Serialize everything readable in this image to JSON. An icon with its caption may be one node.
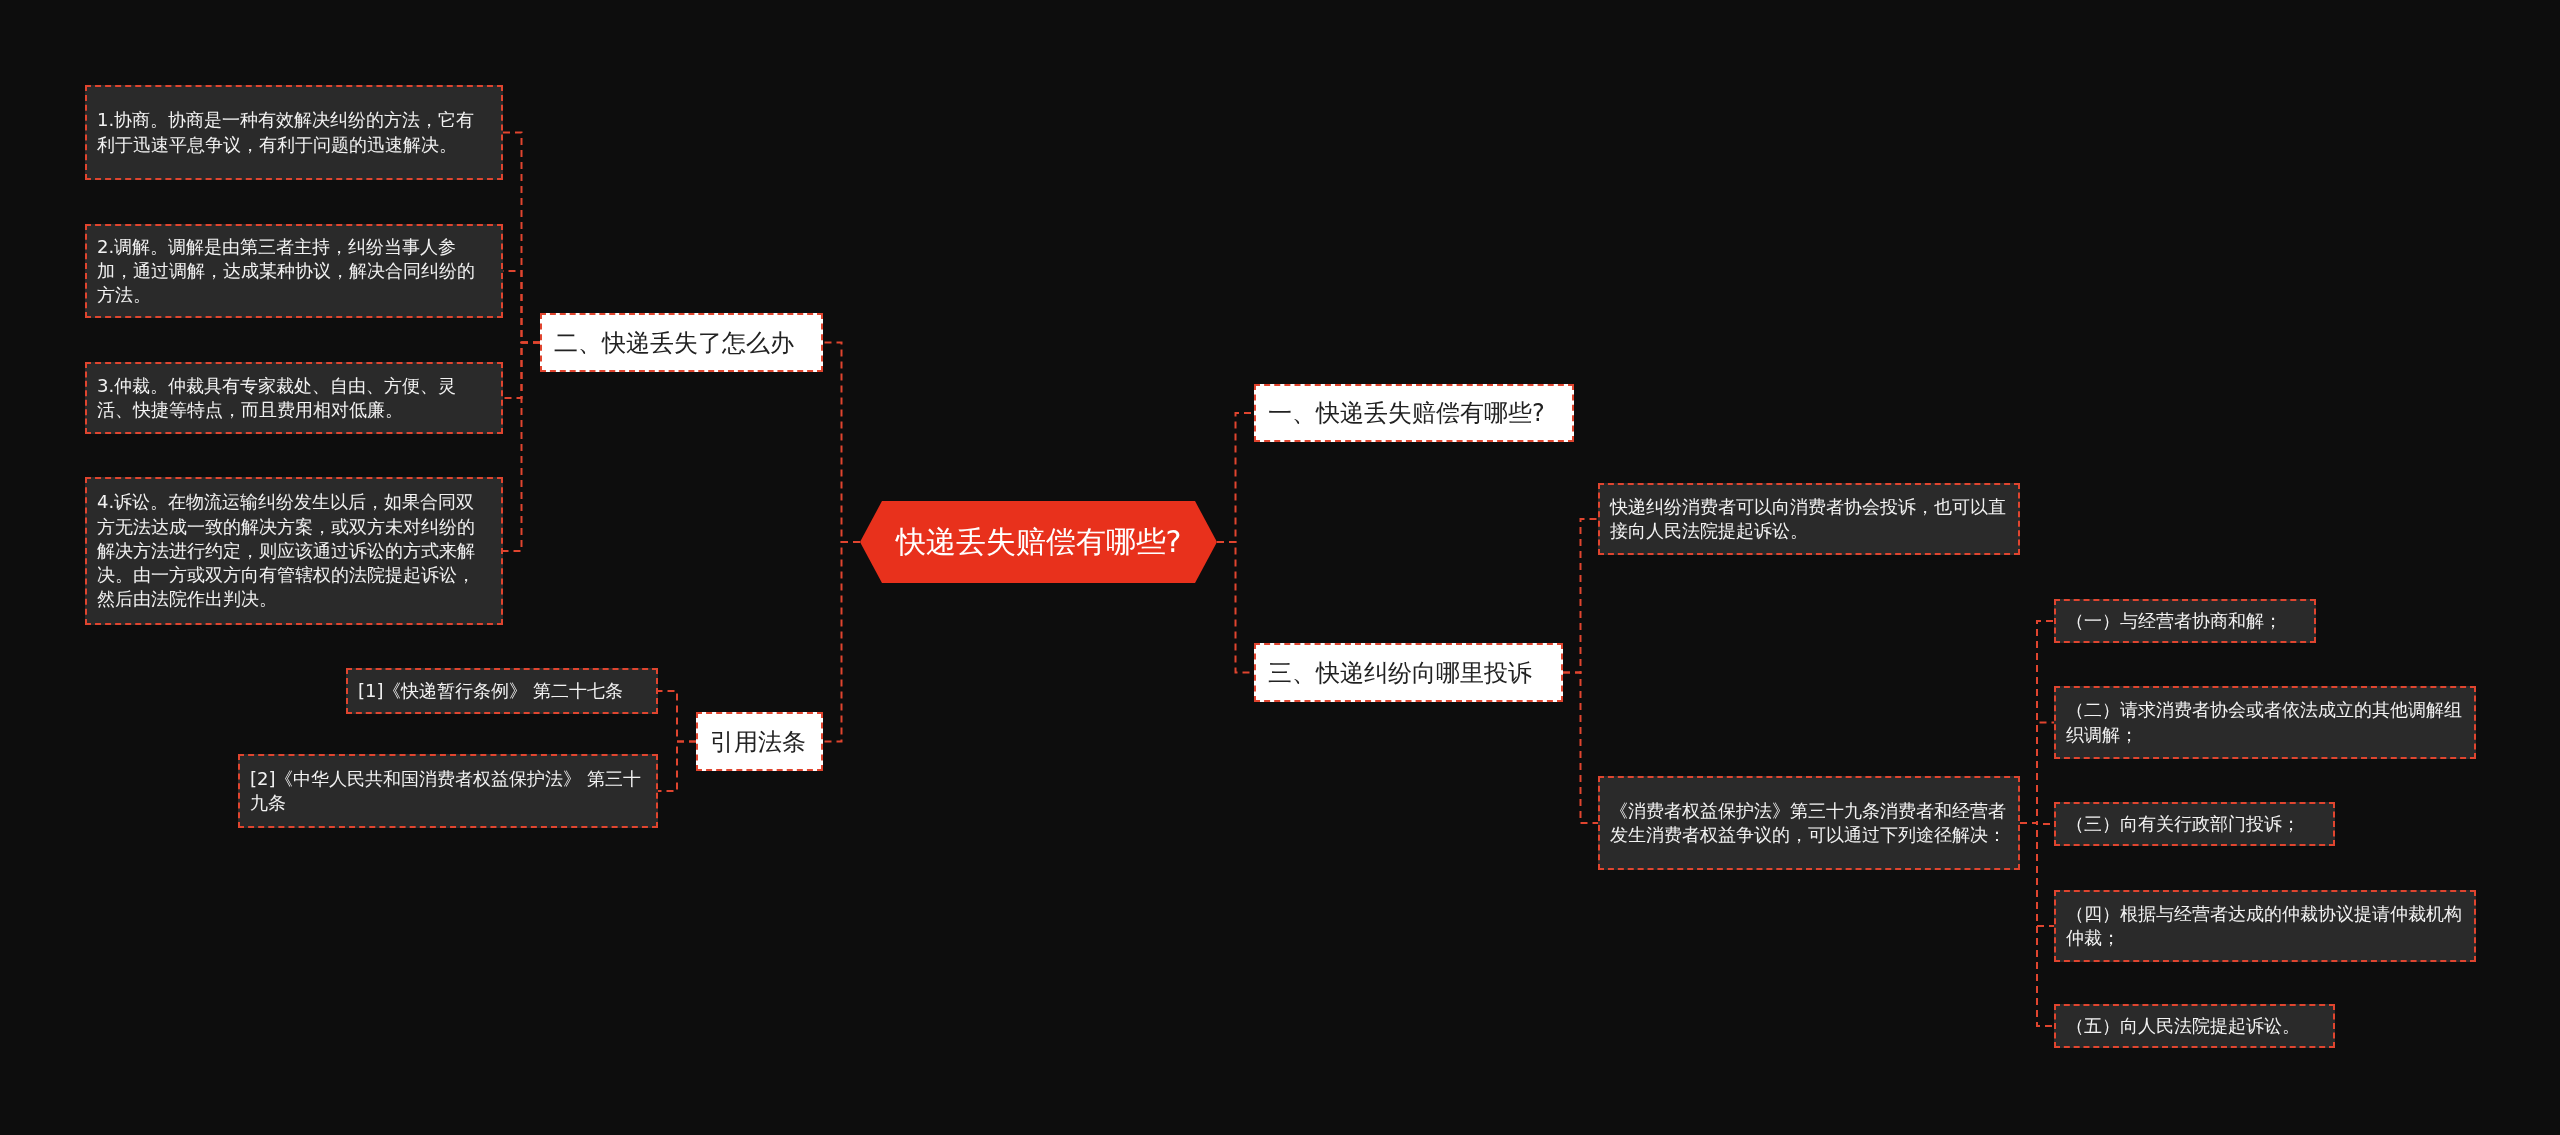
{
  "diagram": {
    "nodes": [
      {
        "text": [
          "快递丢失赔偿有哪些?"
        ]
      },
      {
        "text": [
          "二、快递丢失了怎么办"
        ]
      },
      {
        "text": [
          "1.协商。协商是一种有效解决纠纷的方法，它有利于迅速平息争议，有利于问题的迅速解决。"
        ]
      },
      {
        "text": [
          "2.调解。调解是由第三者主持，纠纷当事人参加，通过调解，达成某种协议，解决合同纠纷的方法。"
        ]
      },
      {
        "text": [
          "3.仲裁。仲裁具有专家裁处、自由、方便、灵活、快捷等特点，而且费用相对低廉。"
        ]
      },
      {
        "text": [
          "4.诉讼。在物流运输纠纷发生以后，如果合同双方无法达成一致的解决方案，或双方未对纠纷的解决方法进行约定，则应该通过诉讼的方式来解决。由一方或双方向有管辖权的法院提起诉讼，然后由法院作出判决。"
        ]
      },
      {
        "text": [
          "引用法条"
        ]
      },
      {
        "text": [
          "[1]《快递暂行条例》 第二十七条"
        ]
      },
      {
        "text": [
          "[2]《中华人民共和国消费者权益保护法》 第三十九条"
        ]
      },
      {
        "text": [
          "一、快递丢失赔偿有哪些?"
        ]
      },
      {
        "text": [
          "三、快递纠纷向哪里投诉"
        ]
      },
      {
        "text": [
          "快递纠纷消费者可以向消费者协会投诉，也可以直接向人民法院提起诉讼。"
        ]
      },
      {
        "text": [
          "《消费者权益保护法》第三十九条消费者和经营者发生消费者权益争议的，可以通过下列途径解决："
        ]
      },
      {
        "text": [
          "（一）与经营者协商和解；"
        ]
      },
      {
        "text": [
          "（二）请求消费者协会或者依法成立的其他调解组织调解；"
        ]
      },
      {
        "text": [
          "（三）向有关行政部门投诉；"
        ]
      },
      {
        "text": [
          "（四）根据与经营者达成的仲裁协议提请仲裁机构仲裁；"
        ]
      },
      {
        "text": [
          "（五）向人民法院提起诉讼。"
        ]
      }
    ],
    "edges": [
      {
        "from": 0,
        "to": 1,
        "arrow": "none",
        "style": "dashed"
      },
      {
        "from": 1,
        "to": 2,
        "arrow": "none",
        "style": "dashed"
      },
      {
        "from": 1,
        "to": 3,
        "arrow": "none",
        "style": "dashed"
      },
      {
        "from": 1,
        "to": 4,
        "arrow": "none",
        "style": "dashed"
      },
      {
        "from": 1,
        "to": 5,
        "arrow": "none",
        "style": "dashed"
      },
      {
        "from": 0,
        "to": 6,
        "arrow": "none",
        "style": "dashed"
      },
      {
        "from": 6,
        "to": 7,
        "arrow": "none",
        "style": "dashed"
      },
      {
        "from": 6,
        "to": 8,
        "arrow": "none",
        "style": "dashed"
      },
      {
        "from": 0,
        "to": 9,
        "arrow": "none",
        "style": "dashed"
      },
      {
        "from": 0,
        "to": 10,
        "arrow": "none",
        "style": "dashed"
      },
      {
        "from": 10,
        "to": 11,
        "arrow": "none",
        "style": "dashed"
      },
      {
        "from": 10,
        "to": 12,
        "arrow": "none",
        "style": "dashed"
      },
      {
        "from": 12,
        "to": 13,
        "arrow": "none",
        "style": "dashed"
      },
      {
        "from": 12,
        "to": 14,
        "arrow": "none",
        "style": "dashed"
      },
      {
        "from": 12,
        "to": 15,
        "arrow": "none",
        "style": "dashed"
      },
      {
        "from": 12,
        "to": 16,
        "arrow": "none",
        "style": "dashed"
      },
      {
        "from": 12,
        "to": 17,
        "arrow": "none",
        "style": "dashed"
      }
    ]
  }
}
